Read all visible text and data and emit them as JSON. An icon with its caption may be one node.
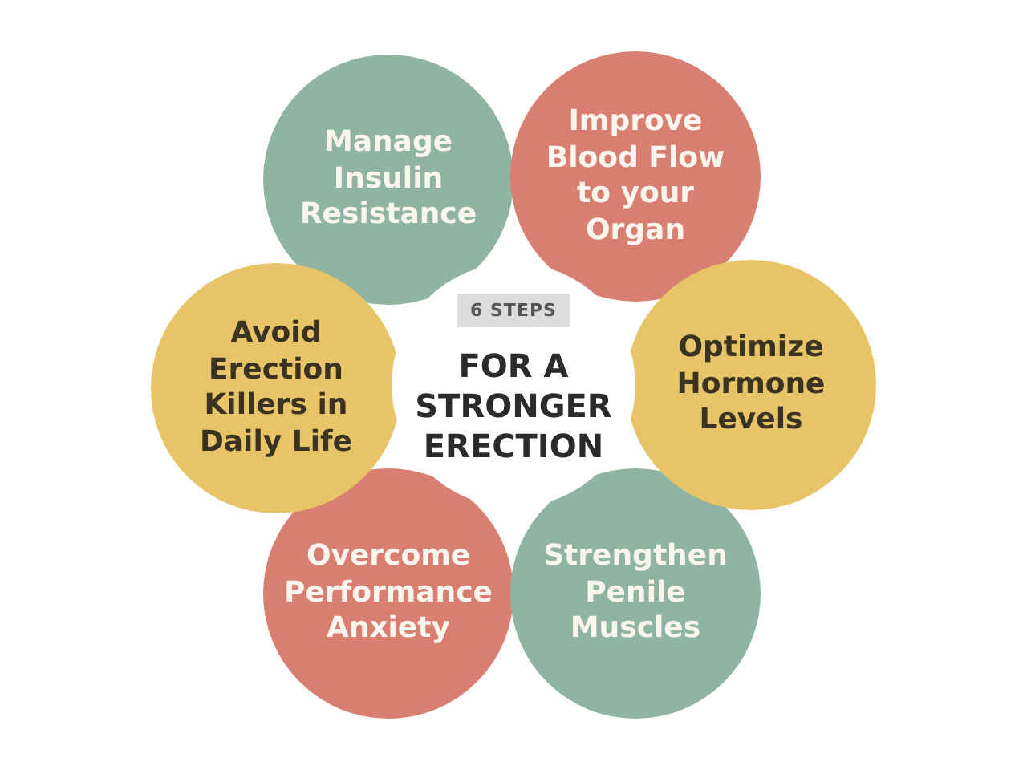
{
  "diagram": {
    "nodes": [
      {
        "text": [
          "Manage Insulin Resistance"
        ]
      },
      {
        "text": [
          "Improve Blood Flow to your Organ"
        ]
      },
      {
        "text": [
          "Avoid Erection Killers in Daily Life"
        ]
      },
      {
        "text": [
          "FOR A STRONGER ERECTION"
        ]
      },
      {
        "text": [
          "6 STEPS"
        ],
        "in": 3
      },
      {
        "text": [
          "Optimize Hormone Levels"
        ]
      },
      {
        "text": [
          "Overcome Performance Anxiety"
        ]
      },
      {
        "text": [
          "Strengthen Penile Muscles"
        ]
      }
    ]
  }
}
